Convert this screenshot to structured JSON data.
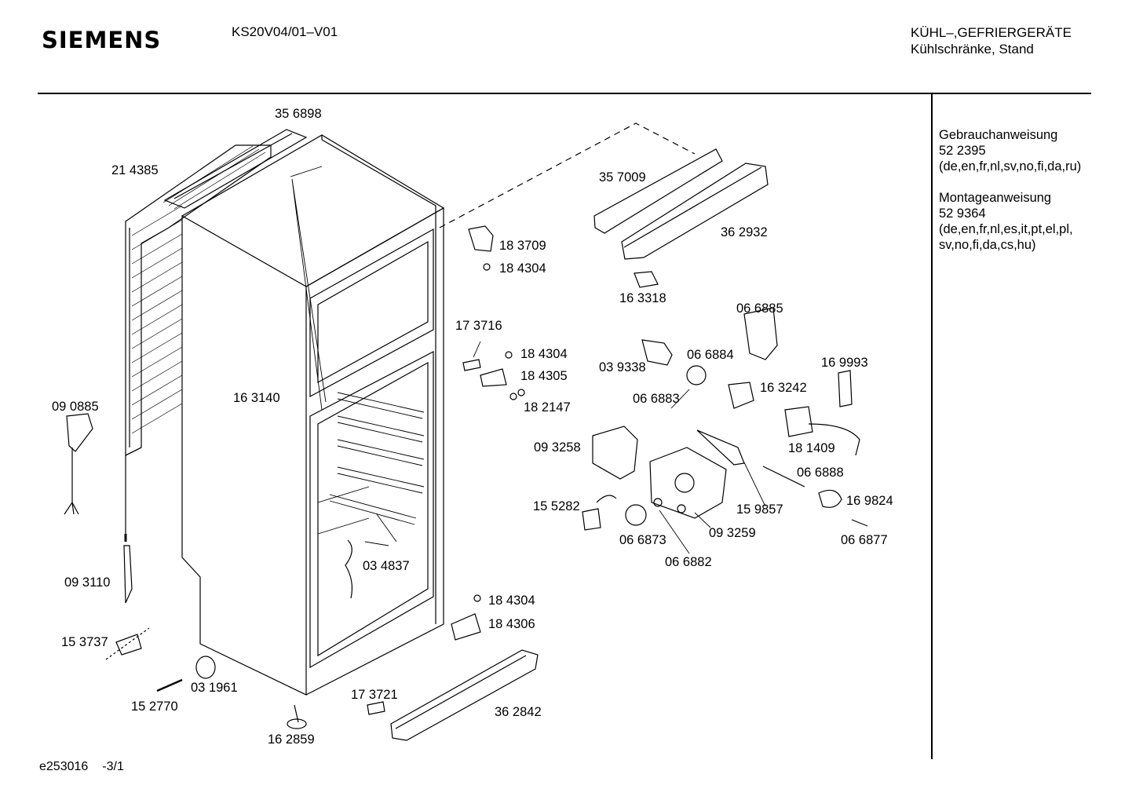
{
  "header": {
    "brand": "SIEMENS",
    "model": "KS20V04/01–V01",
    "category_line1": "KÜHL–,GEFRIERGERÄTE",
    "category_line2": "Kühlschränke, Stand"
  },
  "docs": [
    {
      "title": "Gebrauchanweisung",
      "number": "52 2395",
      "languages": "(de,en,fr,nl,sv,no,fi,da,ru)"
    },
    {
      "title": "Montageanweisung",
      "number": "52 9364",
      "languages_1": "(de,en,fr,nl,es,it,pt,el,pl,",
      "languages_2": "sv,no,fi,da,cs,hu)"
    }
  ],
  "footer": {
    "drawing_id": "e253016",
    "page": "-3/1"
  },
  "parts": [
    {
      "id": "p356898",
      "label": "35 6898"
    },
    {
      "id": "p214385",
      "label": "21 4385"
    },
    {
      "id": "p357009",
      "label": "35 7009"
    },
    {
      "id": "p362932",
      "label": "36 2932"
    },
    {
      "id": "p183709",
      "label": "18 3709"
    },
    {
      "id": "p184304a",
      "label": "18 4304"
    },
    {
      "id": "p163318",
      "label": "16 3318"
    },
    {
      "id": "p066885",
      "label": "06 6885"
    },
    {
      "id": "p173716",
      "label": "17 3716"
    },
    {
      "id": "p184304b",
      "label": "18 4304"
    },
    {
      "id": "p184305",
      "label": "18 4305"
    },
    {
      "id": "p182147",
      "label": "18 2147"
    },
    {
      "id": "p039338",
      "label": "03 9338"
    },
    {
      "id": "p066884",
      "label": "06 6884"
    },
    {
      "id": "p169993",
      "label": "16 9993"
    },
    {
      "id": "p163242",
      "label": "16 3242"
    },
    {
      "id": "p090885",
      "label": "09 0885"
    },
    {
      "id": "p163140",
      "label": "16 3140"
    },
    {
      "id": "p066883",
      "label": "06 6883"
    },
    {
      "id": "p093258",
      "label": "09 3258"
    },
    {
      "id": "p181409",
      "label": "18 1409"
    },
    {
      "id": "p066888",
      "label": "06 6888"
    },
    {
      "id": "p155282",
      "label": "15 5282"
    },
    {
      "id": "p159857",
      "label": "15 9857"
    },
    {
      "id": "p169824",
      "label": "16 9824"
    },
    {
      "id": "p066873",
      "label": "06 6873"
    },
    {
      "id": "p093259",
      "label": "09 3259"
    },
    {
      "id": "p066877",
      "label": "06 6877"
    },
    {
      "id": "p066882",
      "label": "06 6882"
    },
    {
      "id": "p034837",
      "label": "03 4837"
    },
    {
      "id": "p093110",
      "label": "09 3110"
    },
    {
      "id": "p184304c",
      "label": "18 4304"
    },
    {
      "id": "p184306",
      "label": "18 4306"
    },
    {
      "id": "p153737",
      "label": "15 3737"
    },
    {
      "id": "p031961",
      "label": "03 1961"
    },
    {
      "id": "p152770",
      "label": "15 2770"
    },
    {
      "id": "p173721",
      "label": "17 3721"
    },
    {
      "id": "p362842",
      "label": "36 2842"
    },
    {
      "id": "p162859",
      "label": "16 2859"
    }
  ]
}
